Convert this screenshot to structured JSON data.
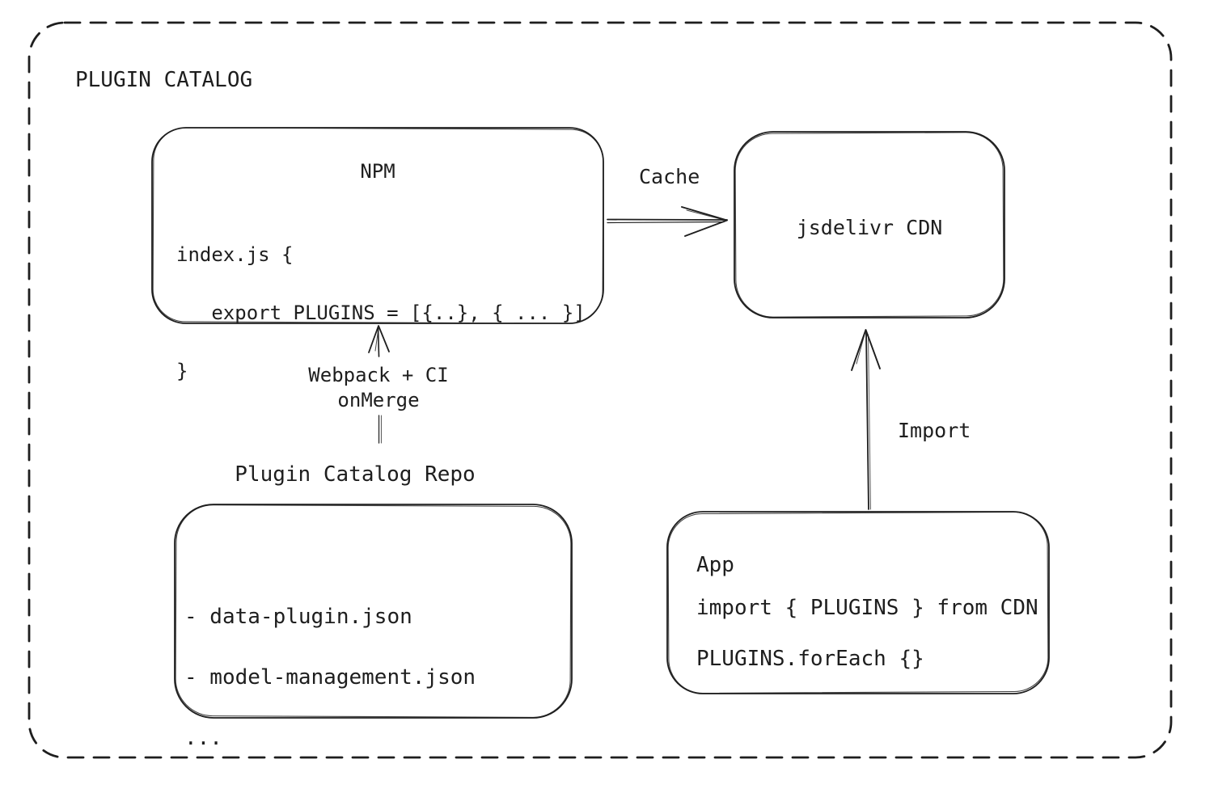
{
  "diagram": {
    "title": "PLUGIN CATALOG",
    "ink_color": "#1e1e1e",
    "background_color": "#ffffff",
    "border_style": "dashed-rounded"
  },
  "nodes": {
    "npm": {
      "title": "NPM",
      "code_lines": [
        "index.js {",
        "   export PLUGINS = [{..}, { ... }]",
        "}"
      ]
    },
    "cdn": {
      "label": "jsdelivr CDN"
    },
    "repo": {
      "label": "Plugin Catalog Repo",
      "files": [
        "- data-plugin.json",
        "- model-management.json",
        "..."
      ]
    },
    "app": {
      "title": "App",
      "code_lines": [
        "import { PLUGINS } from CDN",
        "PLUGINS.forEach {}"
      ]
    }
  },
  "edges": {
    "cache": {
      "label": "Cache",
      "from": "NPM",
      "to": "jsdelivr CDN",
      "direction": "right"
    },
    "webpack": {
      "label_line1": "Webpack + CI",
      "label_line2": "onMerge",
      "from": "Plugin Catalog Repo",
      "to": "NPM",
      "direction": "up"
    },
    "import": {
      "label": "Import",
      "from": "App",
      "to": "jsdelivr CDN",
      "direction": "up"
    }
  }
}
